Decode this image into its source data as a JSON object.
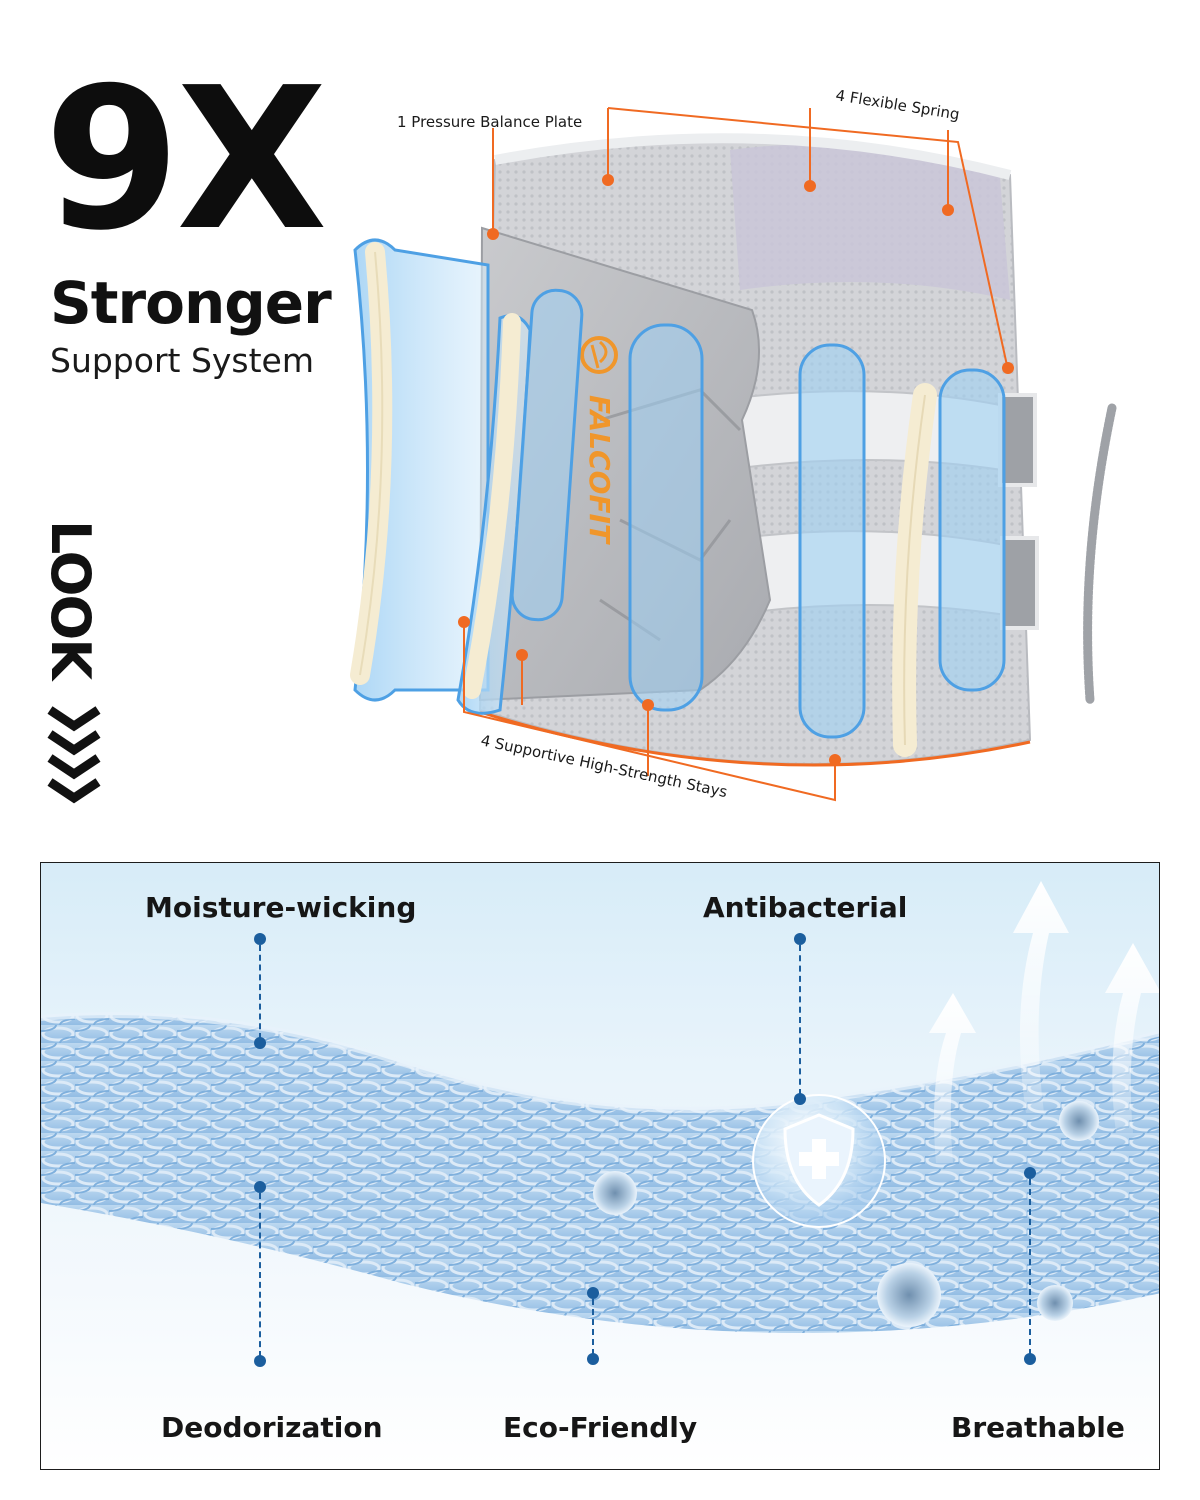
{
  "headline": {
    "multiplier": "9X",
    "title": "Stronger",
    "subtitle": "Support System"
  },
  "look_label": "LOOK",
  "brand_logo_text": "FALCOFIT",
  "callouts": {
    "pressure_plate": "1 Pressure Balance Plate",
    "flexible_spring": "4 Flexible Spring",
    "supportive_stays": "4 Supportive High-Strength Stays"
  },
  "features": {
    "moisture_wicking": "Moisture-wicking",
    "antibacterial": "Antibacterial",
    "deodorization": "Deodorization",
    "eco_friendly": "Eco-Friendly",
    "breathable": "Breathable"
  },
  "colors": {
    "accent_orange": "#f06a22",
    "dot_blue": "#1b5e9e",
    "brace_gray": "#d9dadd",
    "stay_blue": "#7fb8ee",
    "fabric_blue": "#a9cbea"
  }
}
